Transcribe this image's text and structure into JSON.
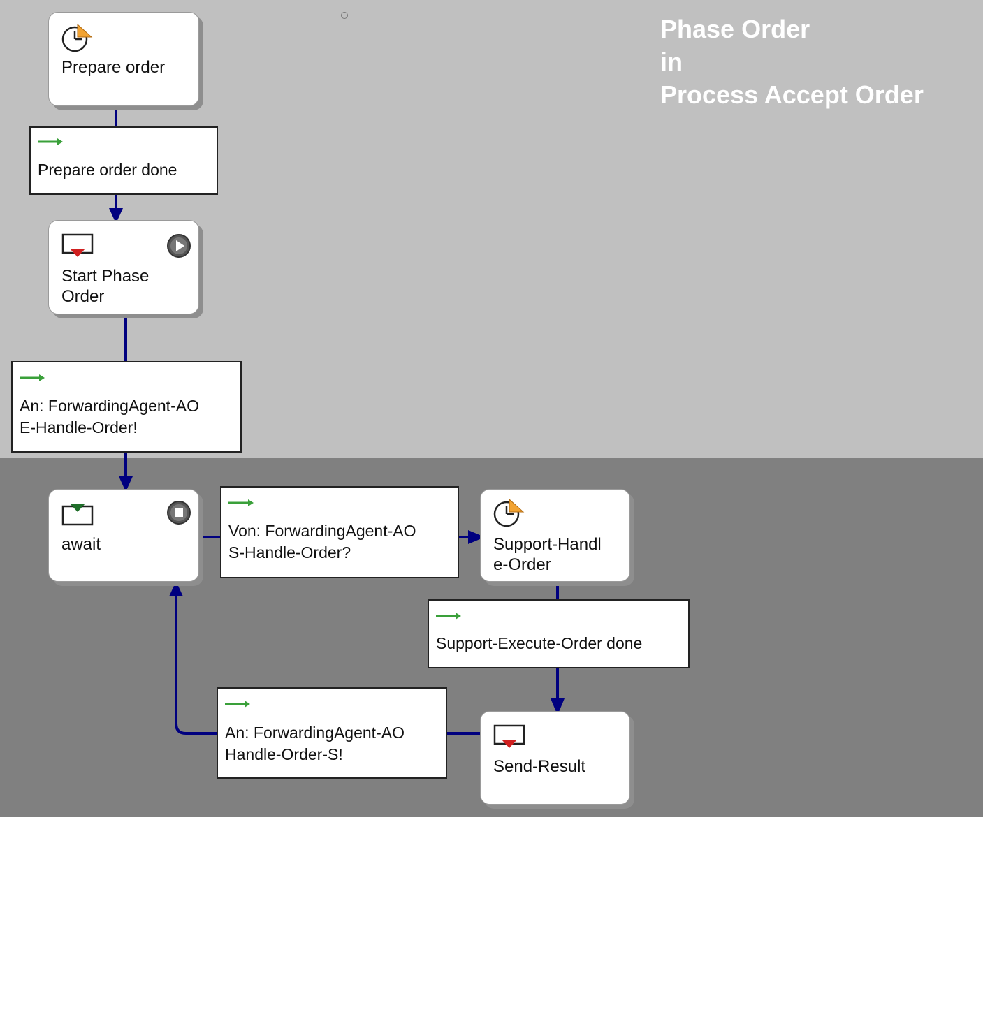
{
  "phases": {
    "top": {
      "title_lines": [
        "Phase Order",
        "in",
        "Process Accept Order"
      ],
      "color": "#c0c0c0"
    },
    "bottom": {
      "title_lines": [
        "Phase Handle Order",
        "in",
        "Process Accept Order"
      ],
      "color": "#808080"
    }
  },
  "nodes": {
    "prepare_order": {
      "label": "Prepare order",
      "icon": "clock-icon"
    },
    "start_phase_order": {
      "label": "Start Phase\nOrder",
      "icon": "send-message-icon",
      "status": "play-icon"
    },
    "await": {
      "label": "await",
      "icon": "receive-message-icon",
      "status": "stop-icon"
    },
    "support_handle_order": {
      "label": "Support-Handl\ne-Order",
      "icon": "clock-icon"
    },
    "send_result": {
      "label": "Send-Result",
      "icon": "send-message-icon"
    }
  },
  "transitions": {
    "prepare_order_done": {
      "label": "Prepare order done"
    },
    "an_forwarding_handle": {
      "label": "An: ForwardingAgent-AO\nE-Handle-Order!"
    },
    "von_forwarding_handle": {
      "label": "Von: ForwardingAgent-AO\nS-Handle-Order?"
    },
    "support_execute_done": {
      "label": "Support-Execute-Order done"
    },
    "an_forwarding_handle_s": {
      "label": "An: ForwardingAgent-AO\nHandle-Order-S!"
    }
  },
  "colors": {
    "edge": "#00007f",
    "transition_arrow": "#3aa03a",
    "send_marker": "#d02020",
    "receive_marker": "#1f6e2a",
    "clock_accent": "#f2a332"
  }
}
